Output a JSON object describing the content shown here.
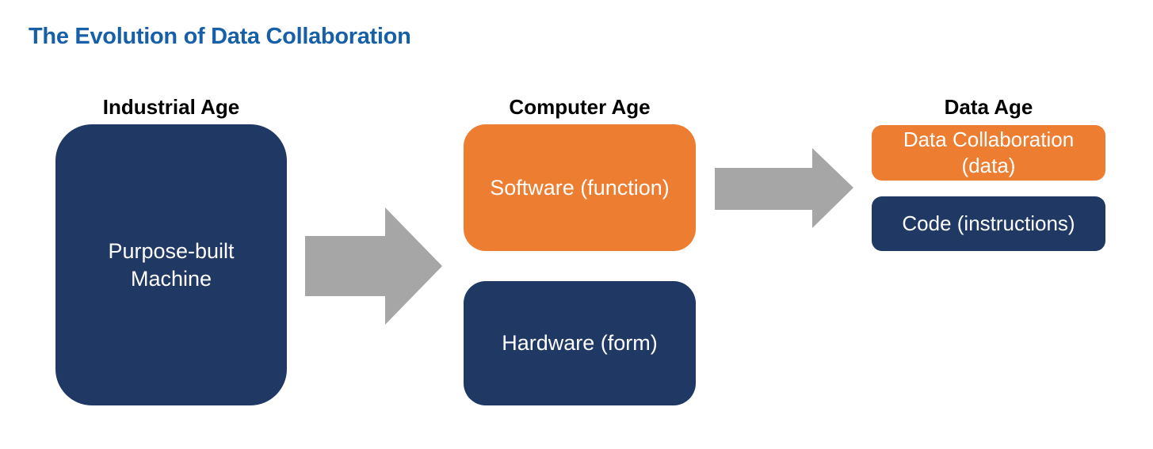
{
  "title": {
    "text": "The Evolution of Data Collaboration",
    "color": "#1760a8"
  },
  "colors": {
    "navy": "#203864",
    "orange": "#ed7d31",
    "arrow_gray": "#a6a6a6",
    "heading_text": "#000000",
    "box_text": "#ffffff",
    "background": "#ffffff"
  },
  "stages": [
    {
      "heading": "Industrial Age",
      "boxes": [
        {
          "label": "Purpose-built Machine",
          "lines": [
            "Purpose-built",
            "Machine"
          ],
          "color": "navy"
        }
      ]
    },
    {
      "heading": "Computer Age",
      "boxes": [
        {
          "label": "Software (function)",
          "lines": [
            "Software (function)"
          ],
          "color": "orange"
        },
        {
          "label": "Hardware (form)",
          "lines": [
            "Hardware (form)"
          ],
          "color": "navy"
        }
      ]
    },
    {
      "heading": "Data Age",
      "boxes": [
        {
          "label": "Data Collaboration (data)",
          "lines": [
            "Data Collaboration",
            "(data)"
          ],
          "color": "orange"
        },
        {
          "label": "Code (instructions)",
          "lines": [
            "Code (instructions)"
          ],
          "color": "navy"
        }
      ]
    }
  ],
  "arrows": {
    "color": "#a6a6a6",
    "items": [
      {
        "name": "industrial-to-computer"
      },
      {
        "name": "computer-to-data"
      }
    ]
  }
}
